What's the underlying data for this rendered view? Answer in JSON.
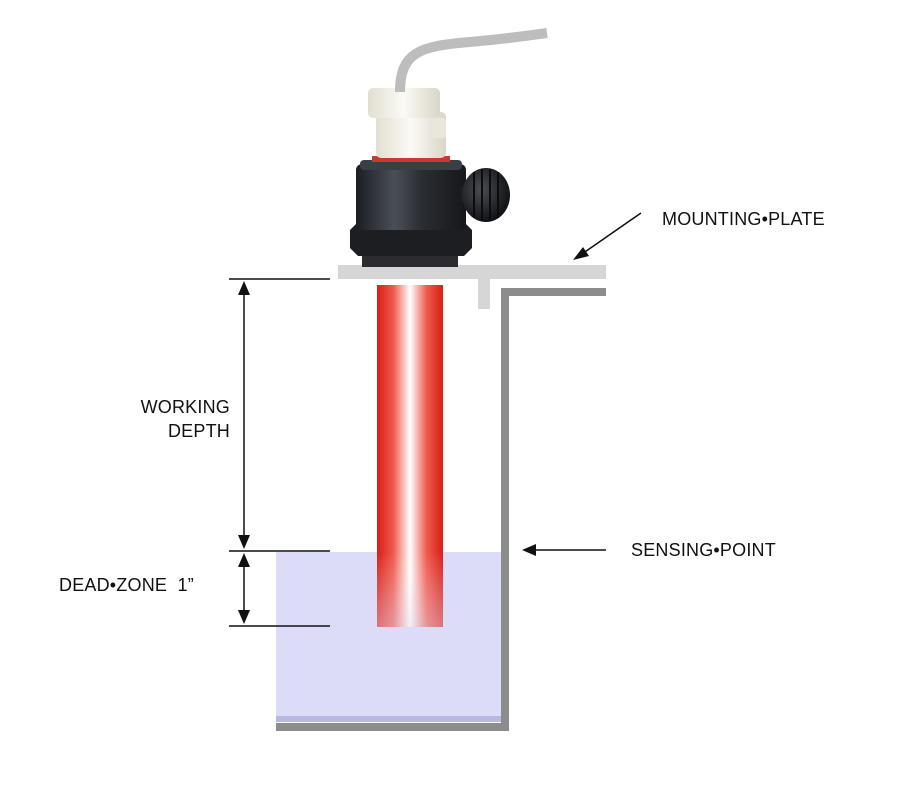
{
  "labels": {
    "mounting_plate": "MOUNTING•PLATE",
    "working_depth_line1": "WORKING",
    "working_depth_line2": "DEPTH",
    "sensing_point": "SENSING•POINT",
    "dead_zone": "DEAD•ZONE  1”"
  },
  "colors": {
    "tank_wall": "#8c8c8c",
    "mounting_plate": "#d6d6d6",
    "liquid": "#dcdcf8",
    "liquid_bottom": "#b8b8e0",
    "probe_red": "#e8261c",
    "probe_highlight": "#ffffff",
    "sensor_head_body": "#2b2e33",
    "sensor_cap": "#f2f0e6",
    "cable": "#bdbdbd",
    "dimension_line": "#111111"
  },
  "icons": {
    "knob": "thumb-screw-knob-icon",
    "cable": "cable-icon"
  }
}
